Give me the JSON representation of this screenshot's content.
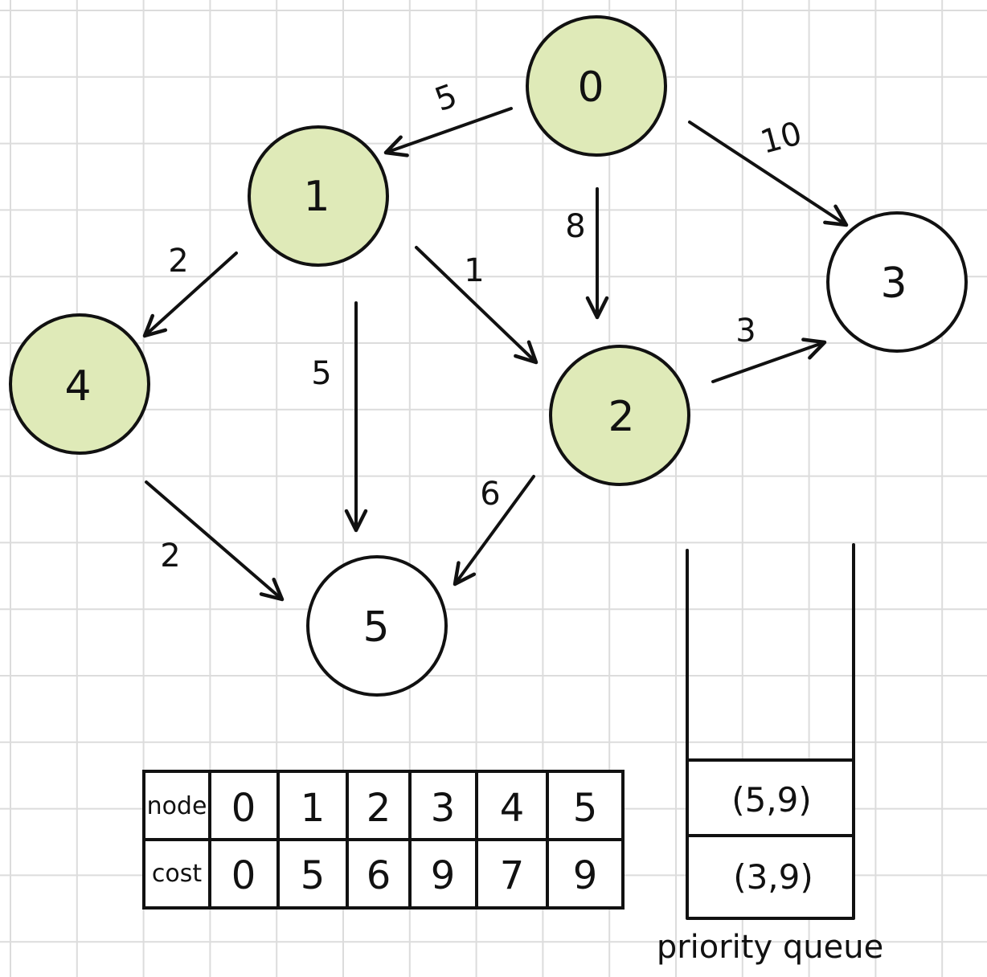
{
  "graph": {
    "nodes": [
      {
        "id": "0",
        "visited": true
      },
      {
        "id": "1",
        "visited": true
      },
      {
        "id": "2",
        "visited": true
      },
      {
        "id": "3",
        "visited": false
      },
      {
        "id": "4",
        "visited": true
      },
      {
        "id": "5",
        "visited": false
      }
    ],
    "edges": [
      {
        "from": "0",
        "to": "1",
        "weight": "5"
      },
      {
        "from": "0",
        "to": "2",
        "weight": "8"
      },
      {
        "from": "0",
        "to": "3",
        "weight": "10"
      },
      {
        "from": "1",
        "to": "4",
        "weight": "2"
      },
      {
        "from": "1",
        "to": "5",
        "weight": "5"
      },
      {
        "from": "1",
        "to": "2",
        "weight": "1"
      },
      {
        "from": "2",
        "to": "3",
        "weight": "3"
      },
      {
        "from": "2",
        "to": "5",
        "weight": "6"
      },
      {
        "from": "4",
        "to": "5",
        "weight": "2"
      }
    ]
  },
  "table": {
    "row_labels": [
      "node",
      "cost"
    ],
    "nodes": [
      "0",
      "1",
      "2",
      "3",
      "4",
      "5"
    ],
    "costs": [
      "0",
      "5",
      "6",
      "9",
      "7",
      "9"
    ],
    "highlight_index": 5
  },
  "priority_queue": {
    "items": [
      "(5,9)",
      "(3,9)"
    ],
    "caption": "priority queue"
  },
  "colors": {
    "visited_fill": "#dfeab8",
    "stroke": "#111111",
    "highlight_text": "#2a3cf0",
    "grid": "#dcdcdc"
  }
}
